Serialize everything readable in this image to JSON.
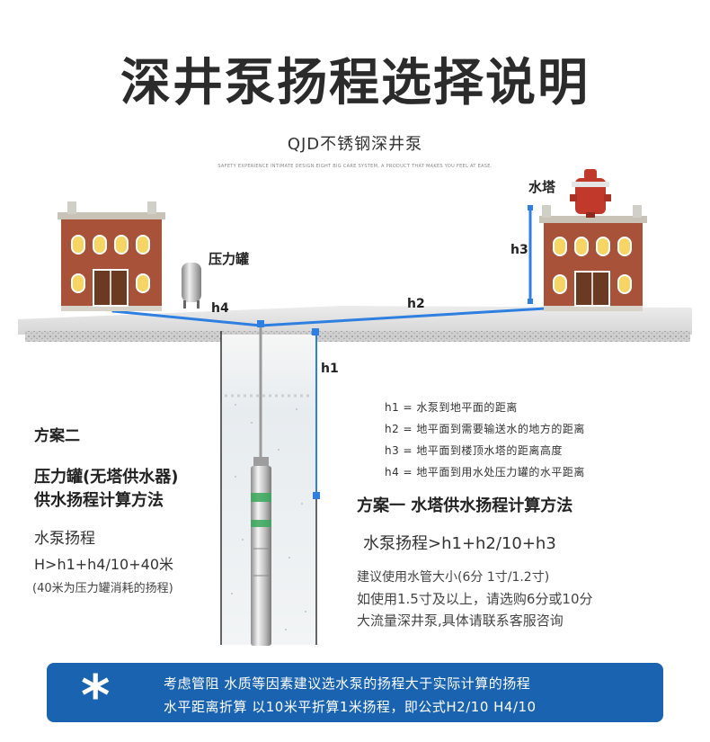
{
  "header": {
    "title": "深井泵扬程选择说明",
    "subtitle": "QJD不锈钢深井泵",
    "tagline": "SAFETY EXPERIENCE INTIMATE DESIGN EIGHT BIG CARE SYSTEM, A PRODUCT THAT MAKES YOU FEEL AT EASE."
  },
  "labels": {
    "water_tower": "水塔",
    "pressure_tank": "压力罐",
    "h1": "h1",
    "h2": "h2",
    "h3": "h3",
    "h4": "h4"
  },
  "definitions": [
    "h1 = 水泵到地平面的距离",
    "h2 = 地平面到需要输送水的地方的距离",
    "h3 = 地平面到楼顶水塔的距离高度",
    "h4 = 地平面到用水处压力罐的水平距离"
  ],
  "plan_two": {
    "title": "方案二",
    "subtitle_line1": "压力罐(无塔供水器)",
    "subtitle_line2": "供水扬程计算方法",
    "head_label": "水泵扬程",
    "formula": "H>h1+h4/10+40米",
    "note": "(40米为压力罐消耗的扬程)"
  },
  "plan_one": {
    "title": "方案一  水塔供水扬程计算方法",
    "formula": "水泵扬程>h1+h2/10+h3",
    "advice_line1": "建议使用水管大小(6分 1寸/1.2寸)",
    "advice_line2": "如使用1.5寸及以上，请选购6分或10分",
    "advice_line3": "大流量深井泵,具体请联系客服咨询"
  },
  "notice": {
    "star": "*",
    "line1": "考虑管阻 水质等因素建议选水泵的扬程大于实际计算的扬程",
    "line2": "水平距离折算 以10米平折算1米扬程，即公式H2/10 H4/10"
  },
  "colors": {
    "pipe_blue": "#2f7fe0",
    "notice_bg": "#1a63b1",
    "brick": "#a9523a",
    "water_tower_red": "#c0392b"
  }
}
